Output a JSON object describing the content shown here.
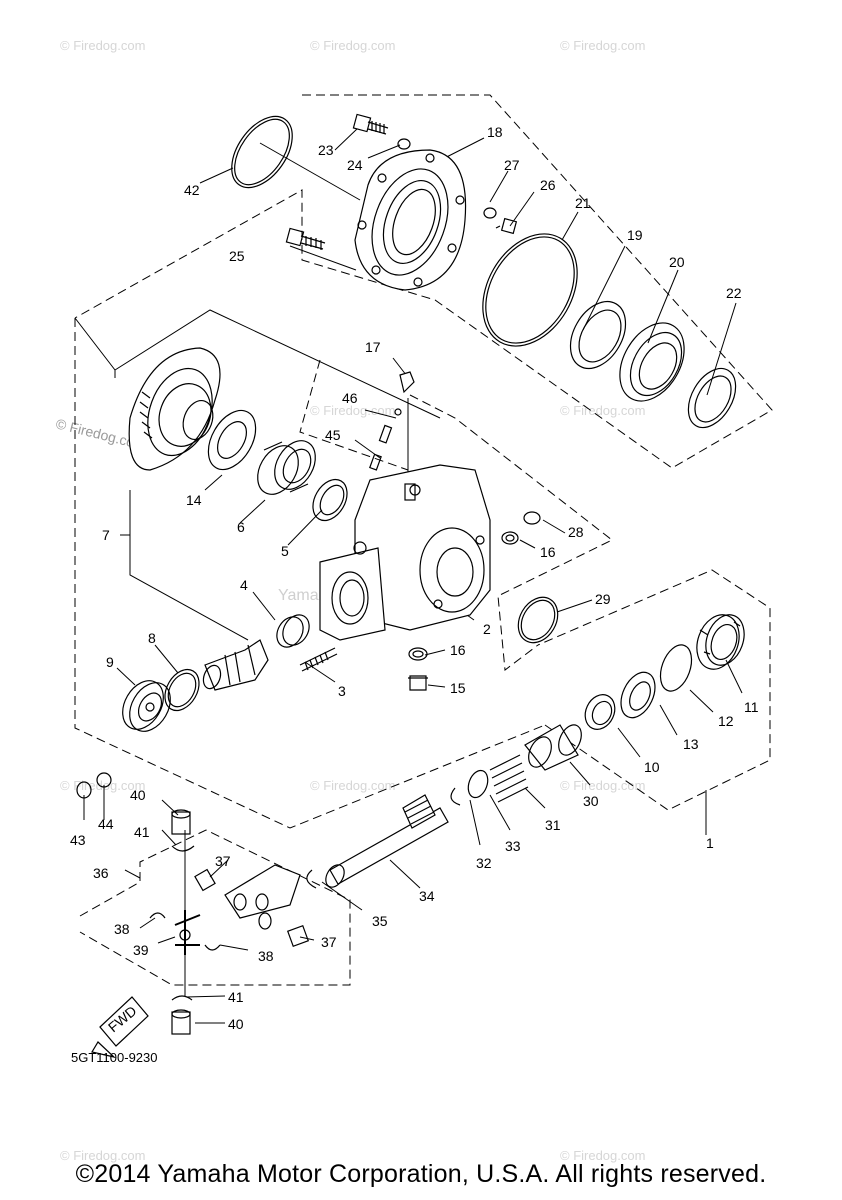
{
  "parts": {
    "p1": "1",
    "p2": "2",
    "p3": "3",
    "p4": "4",
    "p5": "5",
    "p6": "6",
    "p7": "7",
    "p8": "8",
    "p9": "9",
    "p10": "10",
    "p11": "11",
    "p12": "12",
    "p13": "13",
    "p14": "14",
    "p15": "15",
    "p16a": "16",
    "p16b": "16",
    "p17": "17",
    "p18": "18",
    "p19": "19",
    "p20": "20",
    "p21": "21",
    "p22": "22",
    "p23": "23",
    "p24": "24",
    "p25": "25",
    "p26": "26",
    "p27": "27",
    "p28": "28",
    "p29": "29",
    "p30": "30",
    "p31": "31",
    "p32": "32",
    "p33": "33",
    "p34": "34",
    "p35": "35",
    "p36": "36",
    "p37a": "37",
    "p37b": "37",
    "p38a": "38",
    "p38b": "38",
    "p39": "39",
    "p40a": "40",
    "p40b": "40",
    "p41a": "41",
    "p41b": "41",
    "p42": "42",
    "p43": "43",
    "p44": "44",
    "p45": "45",
    "p46": "46"
  },
  "watermark": {
    "firedog": "© Firedog.com",
    "inline": "Yamaha Motor Corp., U.S.A."
  },
  "fwd_label": "FWD",
  "diagram_code": "5GT1100-9230",
  "copyright": "©2014 Yamaha Motor Corporation, U.S.A. All rights reserved."
}
